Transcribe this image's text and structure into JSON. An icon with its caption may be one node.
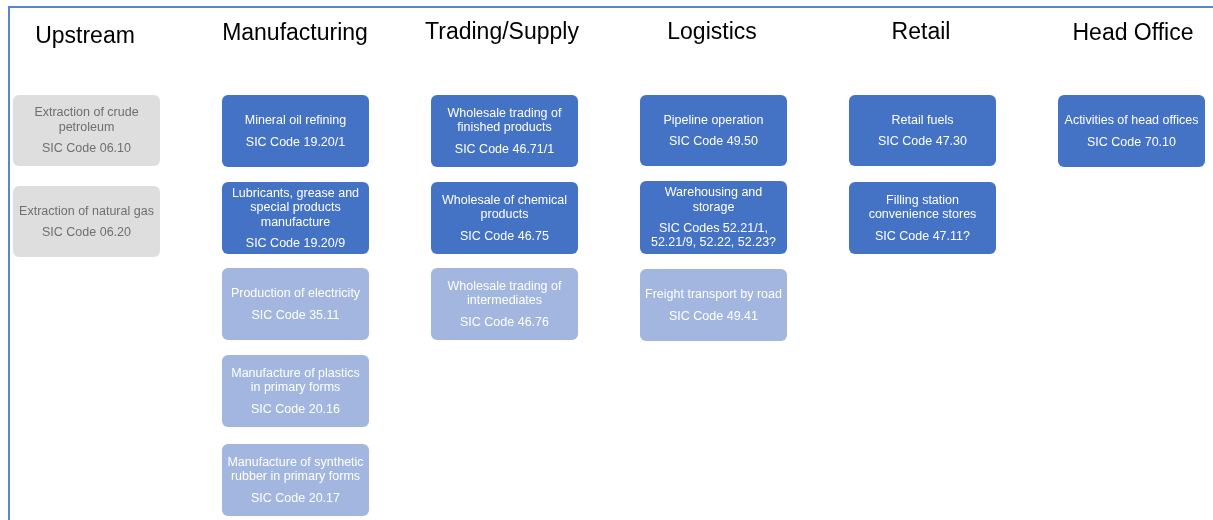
{
  "diagram": {
    "nodes": [
      {
        "text": [
          "Extraction of crude petroleum",
          "SIC Code 06.10"
        ]
      },
      {
        "text": [
          "Extraction of natural gas",
          "SIC Code 06.20"
        ]
      },
      {
        "text": [
          "Mineral oil refining",
          "SIC Code 19.20/1"
        ]
      },
      {
        "text": [
          "Lubricants, grease and special products manufacture",
          "SIC Code 19.20/9"
        ]
      },
      {
        "text": [
          "Production of electricity",
          "SIC Code 35.11"
        ]
      },
      {
        "text": [
          "Manufacture of plastics in primary forms",
          "SIC Code 20.16"
        ]
      },
      {
        "text": [
          "Manufacture of synthetic rubber in primary forms",
          "SIC Code 20.17"
        ]
      },
      {
        "text": [
          "Wholesale trading of finished products",
          "SIC Code 46.71/1"
        ]
      },
      {
        "text": [
          "Wholesale of chemical products",
          "SIC Code 46.75"
        ]
      },
      {
        "text": [
          "Wholesale trading of intermediates",
          "SIC Code 46.76"
        ]
      },
      {
        "text": [
          "Pipeline operation",
          "SIC Code 49.50"
        ]
      },
      {
        "text": [
          "Warehousing and storage",
          "SIC Codes 52.21/1, 52.21/9, 52.22, 52.23?"
        ]
      },
      {
        "text": [
          "Freight transport by road",
          "SIC Code 49.41"
        ]
      },
      {
        "text": [
          "Retail fuels",
          "SIC Code 47.30"
        ]
      },
      {
        "text": [
          "Filling station convenience stores",
          "SIC Code 47.11?"
        ]
      },
      {
        "text": [
          "Activities of head offices",
          "SIC Code 70.10"
        ]
      }
    ],
    "labels": [
      "Upstream",
      "Manufacturing",
      "Trading/Supply",
      "Logistics",
      "Retail",
      "Head Office"
    ]
  }
}
